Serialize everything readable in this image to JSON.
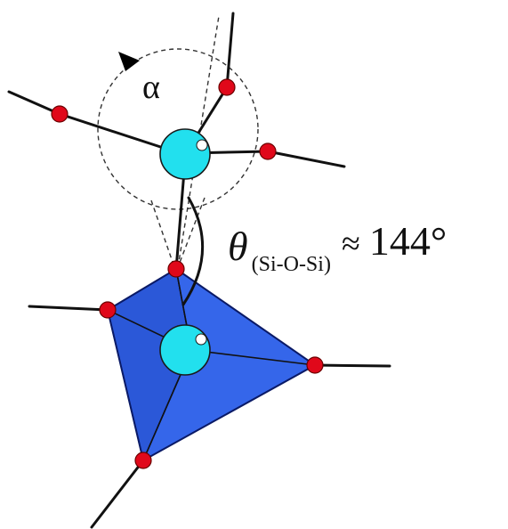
{
  "diagram": {
    "rotation_label": "α",
    "angle_symbol": "θ",
    "angle_subscript": "(Si-O-Si)",
    "angle_relation": "≈",
    "angle_value": "144°",
    "colors": {
      "tetrahedron": "#2f5fe0",
      "tetrahedron_edge": "#0a1a66",
      "silicon": "#22e0ee",
      "oxygen": "#e0081a",
      "bond": "#111111"
    }
  }
}
